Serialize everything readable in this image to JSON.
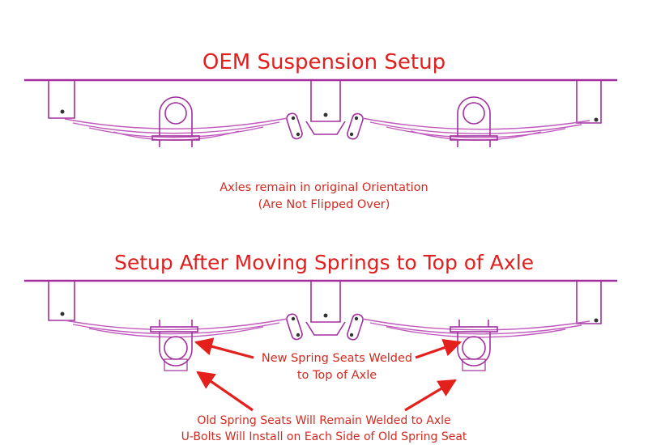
{
  "diagram": {
    "title_top": "OEM Suspension Setup",
    "note_top_1": "Axles remain in original Orientation",
    "note_top_2": "(Are Not Flipped Over)",
    "title_bottom": "Setup After Moving Springs to Top of Axle",
    "callout_new_1": "New Spring Seats Welded",
    "callout_new_2": "to Top of Axle",
    "callout_old_1": "Old Spring Seats Will Remain Welded to Axle",
    "callout_old_2": "U-Bolts Will Install on Each Side of Old Spring Seat"
  },
  "colors": {
    "frame": "#a2309e",
    "spring": "#c05abd",
    "text": "#e0201f",
    "arrow": "#e3201c"
  }
}
